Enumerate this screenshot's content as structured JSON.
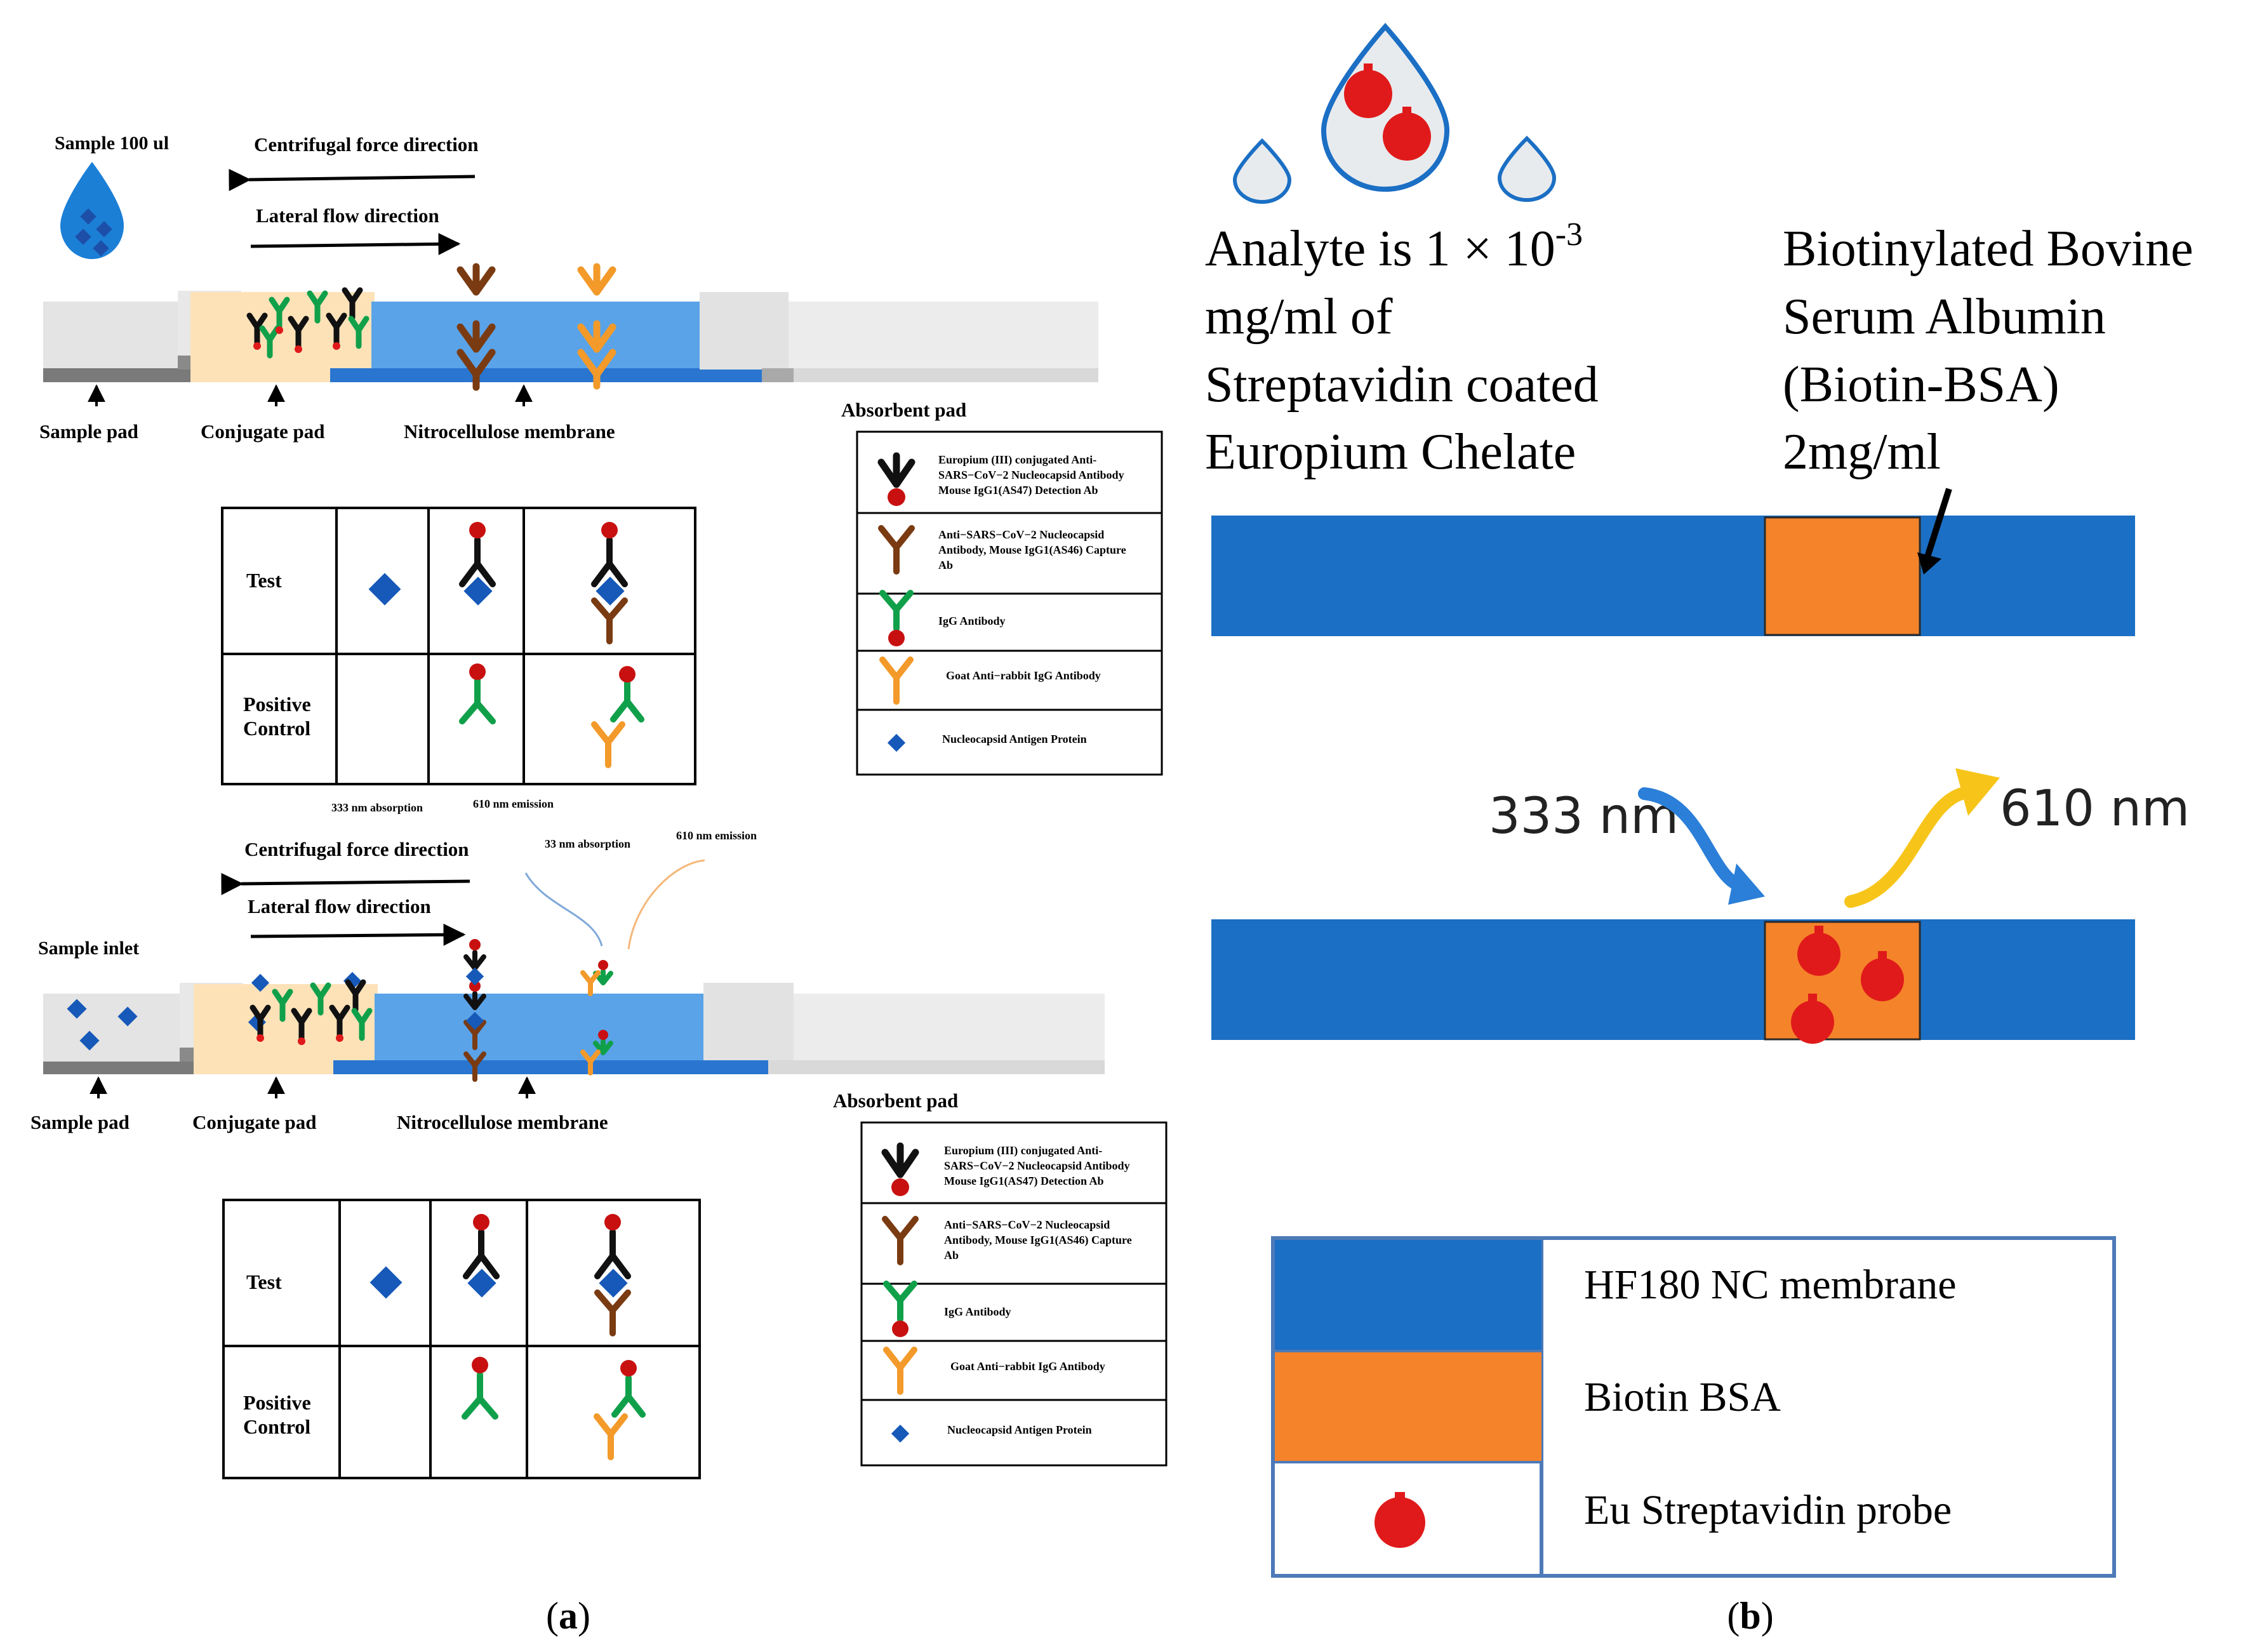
{
  "panel_a": {
    "caption": "(a)",
    "top": {
      "sample_label": "Sample 100 ul",
      "centrifugal": "Centrifugal force direction",
      "lateral": "Lateral flow direction",
      "sample_pad": "Sample pad",
      "conjugate_pad": "Conjugate pad",
      "nc_membrane": "Nitrocellulose membrane",
      "absorbent_pad": "Absorbent pad",
      "absorption": "333 nm absorption",
      "emission": "610 nm emission",
      "test": "Test",
      "positive_1": "Positive",
      "positive_2": "Control"
    },
    "bottom": {
      "sample_inlet": "Sample inlet",
      "centrifugal": "Centrifugal force direction",
      "lateral": "Lateral flow direction",
      "absorption": "33 nm absorption",
      "emission": "610 nm emission",
      "sample_pad": "Sample pad",
      "conjugate_pad": "Conjugate pad",
      "nc_membrane": "Nitrocellulose membrane",
      "absorbent_pad": "Absorbent pad",
      "test": "Test",
      "positive_1": "Positive",
      "positive_2": "Control"
    },
    "legend": [
      {
        "lines": [
          "Europium (III) conjugated Anti-",
          "SARS−CoV−2 Nucleocapsid Antibody",
          "Mouse IgG1(AS47) Detection Ab"
        ]
      },
      {
        "lines": [
          "Anti−SARS−CoV−2 Nucleocapsid",
          "Antibody, Mouse IgG1(AS46) Capture",
          "Ab"
        ]
      },
      {
        "lines": [
          "IgG Antibody"
        ]
      },
      {
        "lines": [
          "Goat Anti−rabbit IgG Antibody"
        ]
      },
      {
        "lines": [
          "Nucleocapsid Antigen Protein"
        ]
      }
    ]
  },
  "panel_b": {
    "caption": "(b)",
    "analyte_1": "Analyte is 1 × 10",
    "analyte_sup": "-3",
    "analyte_2": "mg/ml of",
    "analyte_3": "Streptavidin coated",
    "analyte_4": "Europium Chelate",
    "biotin_1": "Biotinylated Bovine",
    "biotin_2": "Serum Albumin",
    "biotin_3": "(Biotin-BSA)",
    "biotin_4": "2mg/ml",
    "absorb_label": "333 nm",
    "emit_label": "610 nm",
    "legend": {
      "membrane": "HF180 NC membrane",
      "bsa": "Biotin BSA",
      "probe": "Eu Streptavidin probe"
    }
  },
  "colors": {
    "membrane_blue": "#1b6fc4",
    "bsa_orange": "#f5832a",
    "probe_red": "#e01a1a",
    "light_membrane": "#5aa3e8",
    "conjugate": "#fde2b8",
    "capture_brown": "#7a3b12",
    "igg_green": "#10a04a",
    "goat_orange": "#f39a2a",
    "antigen_blue": "#1659b8"
  }
}
